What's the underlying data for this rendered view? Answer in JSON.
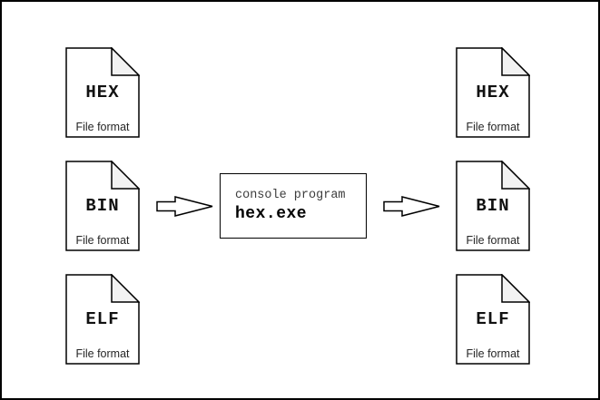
{
  "diagram": {
    "left_files": [
      {
        "name": "HEX",
        "caption": "File format"
      },
      {
        "name": "BIN",
        "caption": "File format"
      },
      {
        "name": "ELF",
        "caption": "File format"
      }
    ],
    "right_files": [
      {
        "name": "HEX",
        "caption": "File format"
      },
      {
        "name": "BIN",
        "caption": "File format"
      },
      {
        "name": "ELF",
        "caption": "File format"
      }
    ],
    "converter": {
      "line1": "console program",
      "line2": "hex.exe"
    },
    "colors": {
      "outline": "#000000",
      "fold_fill": "#f2f2f2",
      "background": "#ffffff",
      "secondary_text": "#3d3d3d"
    }
  }
}
